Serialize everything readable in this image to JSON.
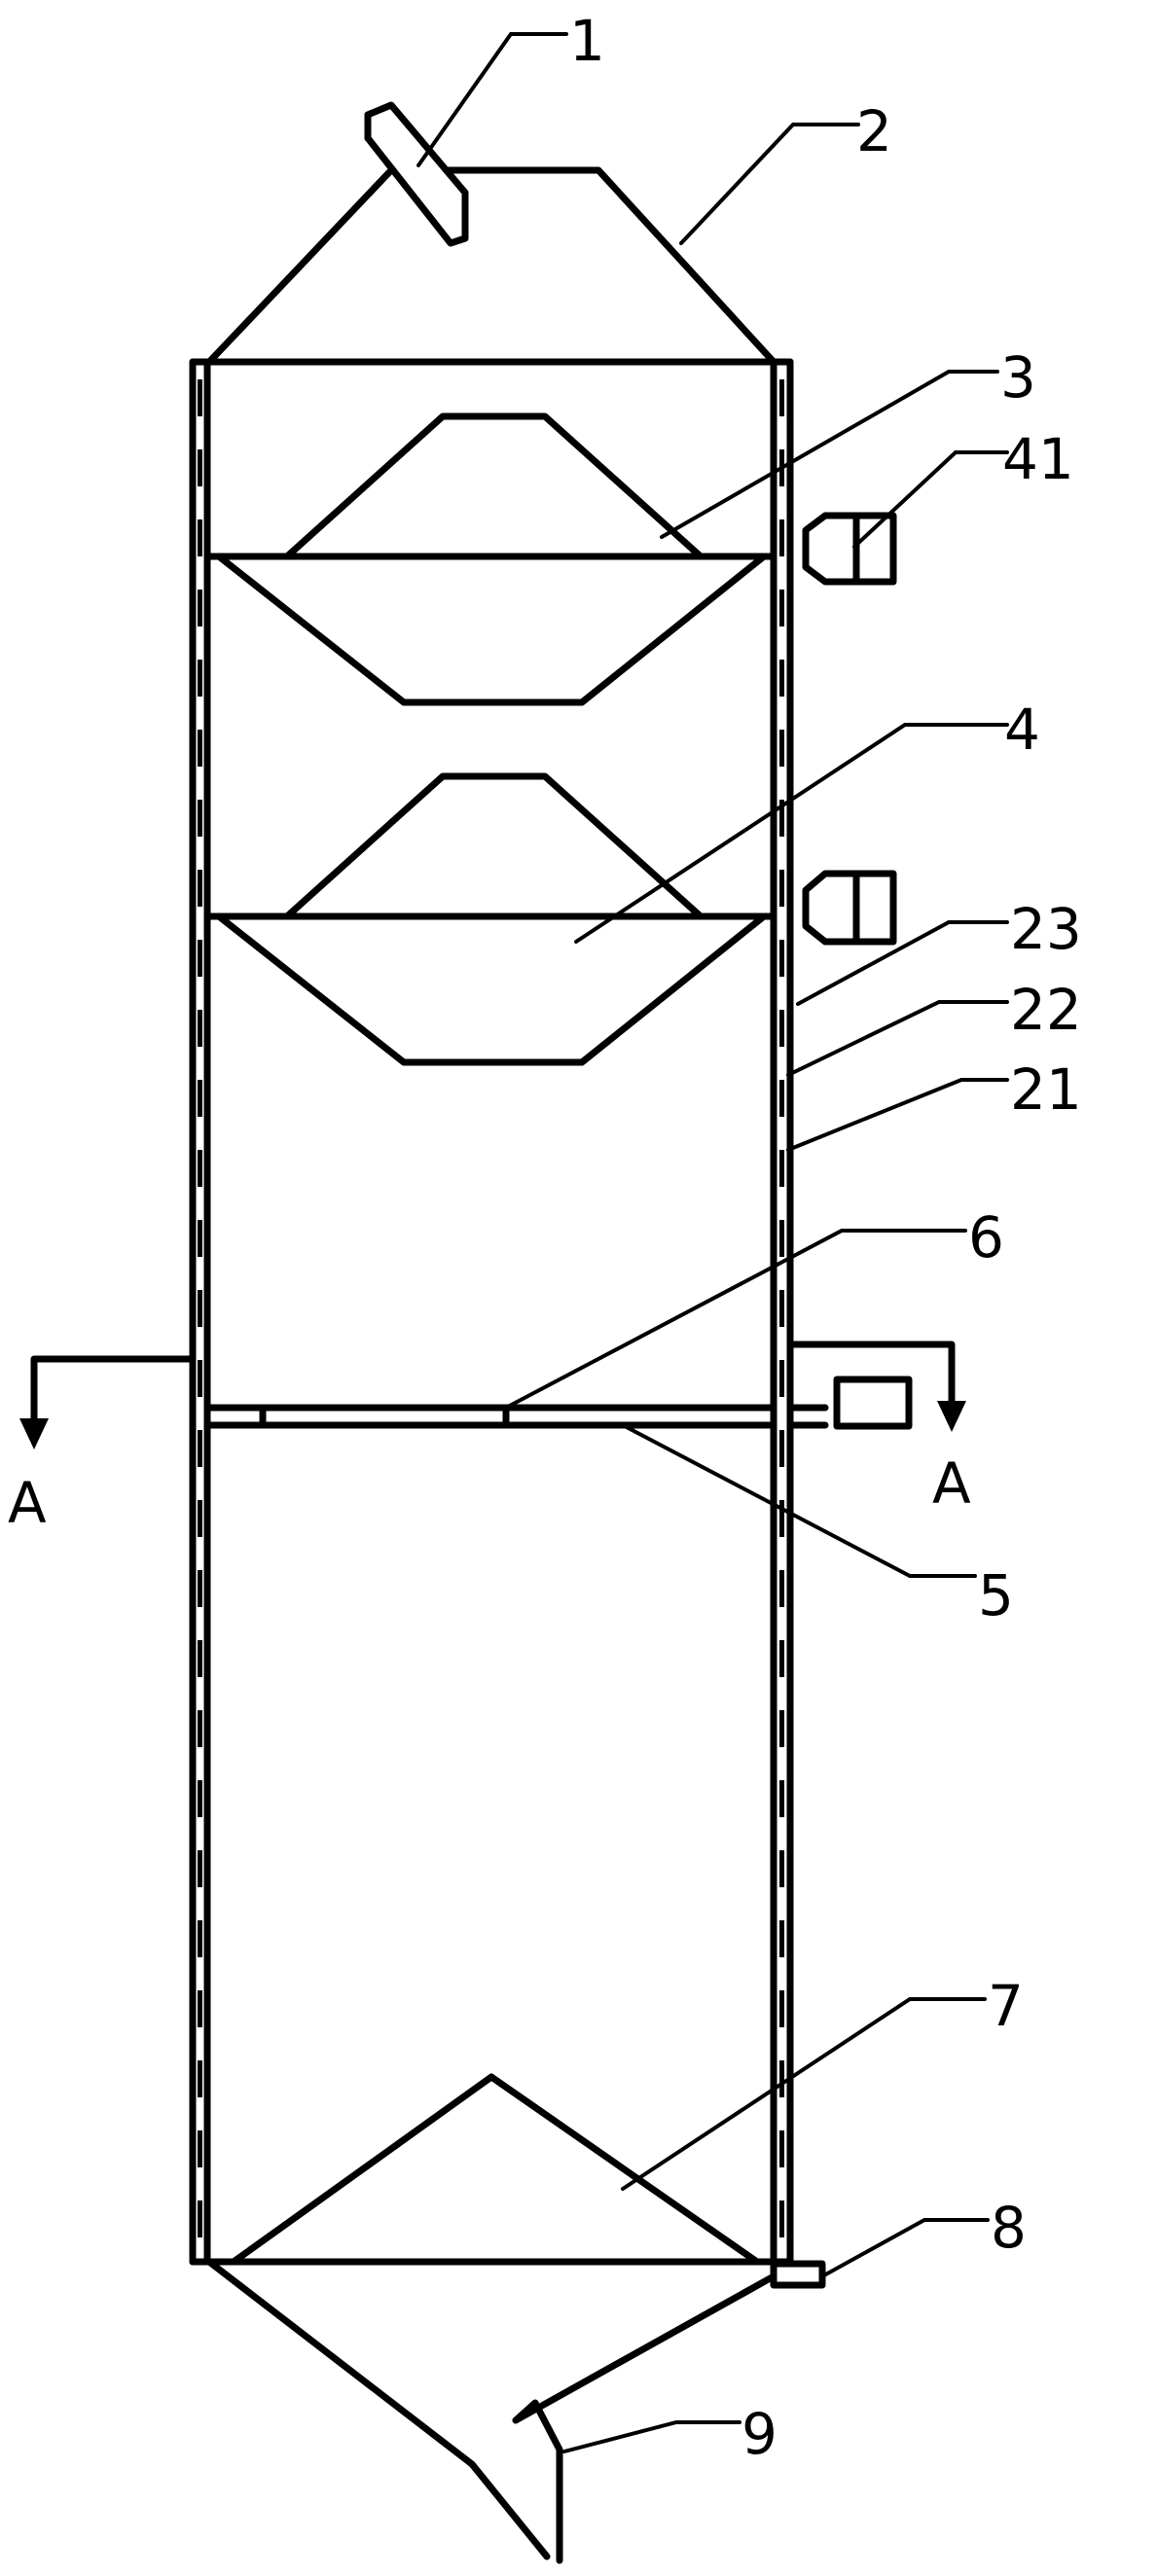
{
  "labels": {
    "l1": "1",
    "l2": "2",
    "l3": "3",
    "l41": "41",
    "l4": "4",
    "l23": "23",
    "l22": "22",
    "l21": "21",
    "l6": "6",
    "l5": "5",
    "l7": "7",
    "l8": "8",
    "l9": "9",
    "section_left": "A",
    "section_right": "A"
  }
}
